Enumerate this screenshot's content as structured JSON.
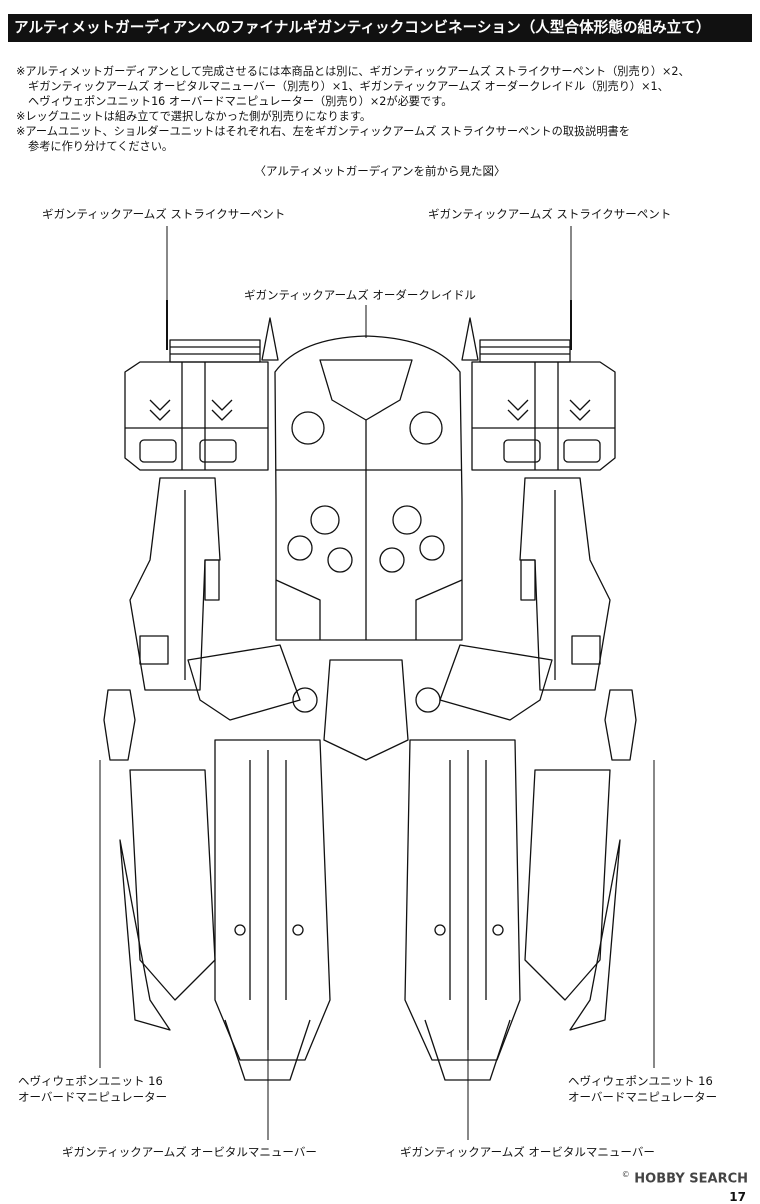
{
  "header": {
    "title": "アルティメットガーディアンへのファイナルギガンティックコンビネーション（人型合体形態の組み立て）"
  },
  "notes": [
    "※アルティメットガーディアンとして完成させるには本商品とは別に、ギガンティックアームズ ストライクサーペント（別売り）×2、",
    "ギガンティックアームズ オービタルマニューバー（別売り）×1、ギガンティックアームズ オーダークレイドル（別売り）×1、",
    "ヘヴィウェポンユニット16 オーバードマニピュレーター（別売り）×2が必要です。",
    "※レッグユニットは組み立てで選択しなかった側が別売りになります。",
    "※アームユニット、ショルダーユニットはそれぞれ右、左をギガンティックアームズ ストライクサーペントの取扱説明書を",
    "参考に作り分けてください。"
  ],
  "caption": "〈アルティメットガーディアンを前から見た図〉",
  "labels": {
    "strike_left": "ギガンティックアームズ ストライクサーペント",
    "strike_right": "ギガンティックアームズ ストライクサーペント",
    "order_cradle": "ギガンティックアームズ オーダークレイドル",
    "heavy_left_1": "ヘヴィウェポンユニット 16",
    "heavy_left_2": "オーバードマニピュレーター",
    "heavy_right_1": "ヘヴィウェポンユニット 16",
    "heavy_right_2": "オーバードマニピュレーター",
    "orbital_left": "ギガンティックアームズ オービタルマニューバー",
    "orbital_right": "ギガンティックアームズ オービタルマニューバー"
  },
  "watermark": {
    "brand": "HOBBY SEARCH",
    "reg": "©"
  },
  "page_number": "17"
}
